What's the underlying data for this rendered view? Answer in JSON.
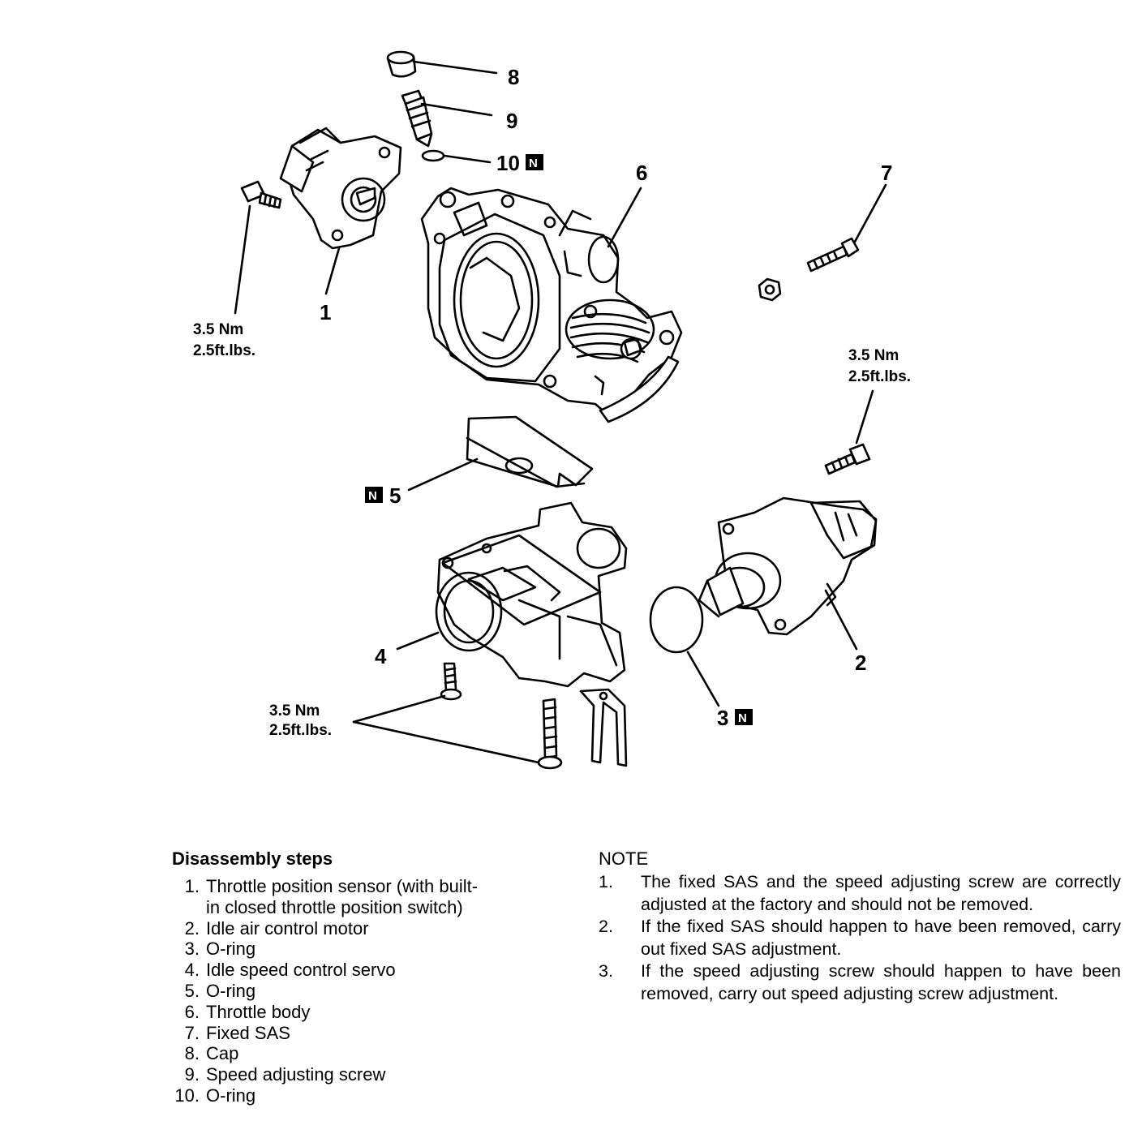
{
  "callouts": {
    "c1": "1",
    "c2": "2",
    "c3": "3",
    "c4": "4",
    "c5": "5",
    "c6": "6",
    "c7": "7",
    "c8": "8",
    "c9": "9",
    "c10": "10"
  },
  "new_part_letter": "N",
  "torque": {
    "t1_nm": "3.5 Nm",
    "t1_ftlbs": "2.5ft.lbs.",
    "t2_nm": "3.5 Nm",
    "t2_ftlbs": "2.5ft.lbs.",
    "t3_nm": "3.5 Nm",
    "t3_ftlbs": "2.5ft.lbs."
  },
  "disassembly": {
    "title": "Disassembly steps",
    "items": [
      {
        "num": "1.",
        "text": "Throttle position sensor (with built-",
        "cont": "in closed throttle position switch)"
      },
      {
        "num": "2.",
        "text": "Idle air control motor"
      },
      {
        "num": "3.",
        "text": "O-ring"
      },
      {
        "num": "4.",
        "text": "Idle speed control servo"
      },
      {
        "num": "5.",
        "text": "O-ring"
      },
      {
        "num": "6.",
        "text": "Throttle body"
      },
      {
        "num": "7.",
        "text": "Fixed SAS"
      },
      {
        "num": "8.",
        "text": "Cap"
      },
      {
        "num": "9.",
        "text": "Speed adjusting screw"
      },
      {
        "num": "10.",
        "text": "O-ring"
      }
    ]
  },
  "note": {
    "title": "NOTE",
    "items": [
      {
        "num": "1.",
        "text": "The fixed SAS and the speed adjusting screw are correctly adjusted at the factory and should not be removed."
      },
      {
        "num": "2.",
        "text": "If the fixed SAS should happen to have been removed, carry out fixed SAS adjustment."
      },
      {
        "num": "3.",
        "text": "If the speed adjusting screw should happen to have been removed, carry out speed adjusting screw adjustment."
      }
    ]
  }
}
